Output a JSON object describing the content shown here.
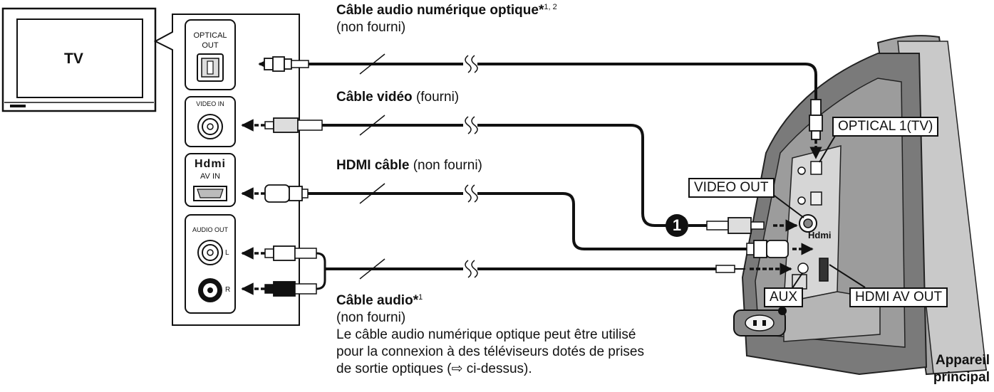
{
  "tv": {
    "label": "TV"
  },
  "tv_panel": {
    "optical": {
      "line1": "OPTICAL",
      "line2": "OUT"
    },
    "video_in": "VIDEO IN",
    "hdmi": {
      "logo": "Hdmi",
      "label": "AV IN"
    },
    "audio_out": {
      "label": "AUDIO OUT",
      "left": "L",
      "right": "R"
    }
  },
  "cables": {
    "optical": {
      "title": "Câble audio numérique optique",
      "marker": "*",
      "note": "1, 2",
      "subtitle": "(non fourni)"
    },
    "video": {
      "title": "Câble vidéo",
      "subtitle": "(fourni)"
    },
    "hdmi": {
      "title": "HDMI câble",
      "subtitle": "(non fourni)"
    },
    "audio": {
      "title": "Câble audio",
      "marker": "*",
      "note": "1",
      "subtitle": "(non fourni)",
      "description": [
        "Le câble audio numérique optique peut être utilisé",
        "pour la connexion à des téléviseurs dotés de prises",
        "de sortie optiques (⇨ ci-dessus)."
      ]
    }
  },
  "step_marker": "1",
  "unit_labels": {
    "optical_in": "OPTICAL 1(TV)",
    "video_out": "VIDEO OUT",
    "aux": "AUX",
    "hdmi_av_out": "HDMI AV OUT",
    "hdmi_logo": "Hdmi"
  },
  "unit_title": {
    "line1": "Appareil",
    "line2": "principal"
  }
}
